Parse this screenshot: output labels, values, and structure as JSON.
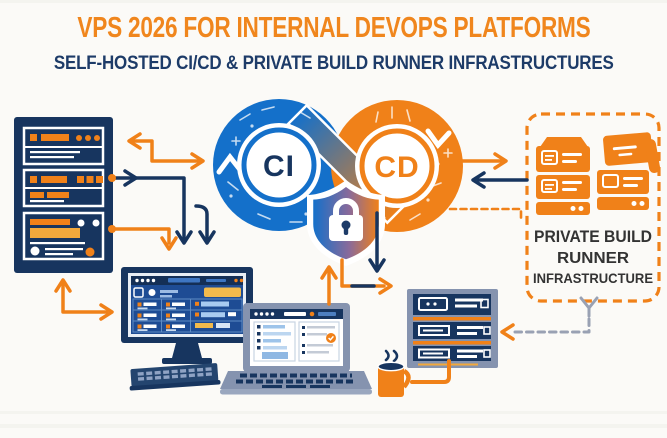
{
  "header": {
    "title": "VPS 2026 FOR INTERNAL DEVOPS PLATFORMS",
    "subtitle": "SELF-HOSTED CI/CD & PRIVATE BUILD RUNNER INFRASTRUCTURES"
  },
  "pipeline_loop": {
    "ci_label": "CI",
    "cd_label": "CD"
  },
  "runner_box": {
    "line1": "PRIVATE BUILD",
    "line2": "RUNNER",
    "line3": "INFRASTRUCTURE"
  },
  "icons": {
    "shield": "shield-lock-icon",
    "padlock": "padlock-icon",
    "server_rack": "server-rack-icon",
    "runner_servers": "server-stack-icon",
    "monitor": "desktop-monitor-icon",
    "keyboard": "keyboard-icon",
    "laptop": "laptop-icon",
    "build_server": "build-server-icon",
    "coffee_mug": "coffee-mug-icon",
    "merge_y": "merge-arrow-icon"
  },
  "colors": {
    "orange": "#F08119",
    "amber": "#F2BA4C",
    "navy": "#17355F",
    "loop_blue": "#1470CA",
    "screen_blue": "#1E4C94",
    "light_blue": "#A9CBF0",
    "slate": "#8593AF",
    "dashed_grey": "#99A1B3",
    "label_dark": "#333333",
    "background": "#FBFAF7"
  }
}
